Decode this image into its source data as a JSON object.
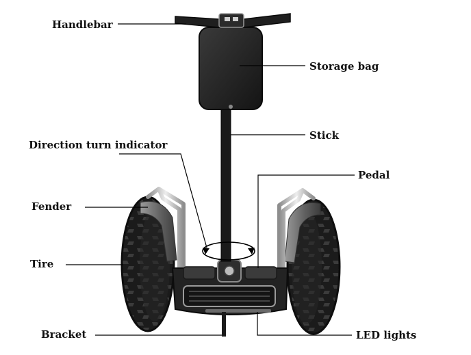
{
  "diagram": {
    "labels": {
      "handlebar": "Handlebar",
      "storage_bag": "Storage bag",
      "stick": "Stick",
      "direction_turn_indicator": "Direction turn indicator",
      "pedal": "Pedal",
      "fender": "Fender",
      "tire": "Tire",
      "bracket": "Bracket",
      "led_lights": "LED lights"
    },
    "colors": {
      "tire": "#1c1c1c",
      "tread": "#3a3a3a",
      "frame": "#2a2a2a",
      "chrome": "#c9c9c9",
      "fender": "#6e6e6e",
      "bag": "#222222",
      "leader": "#000000"
    }
  }
}
